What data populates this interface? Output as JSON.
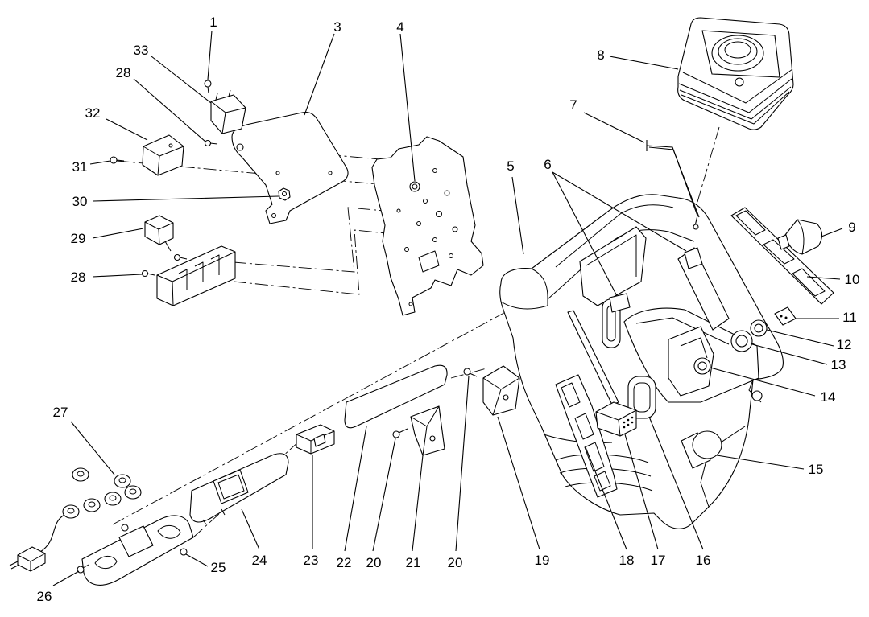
{
  "callouts": [
    "1",
    "3",
    "4",
    "33",
    "28",
    "32",
    "31",
    "30",
    "29",
    "28",
    "8",
    "7",
    "5",
    "6",
    "9",
    "10",
    "11",
    "12",
    "13",
    "14",
    "15",
    "16",
    "17",
    "18",
    "19",
    "20",
    "21",
    "20",
    "22",
    "23",
    "24",
    "25",
    "26",
    "27"
  ]
}
